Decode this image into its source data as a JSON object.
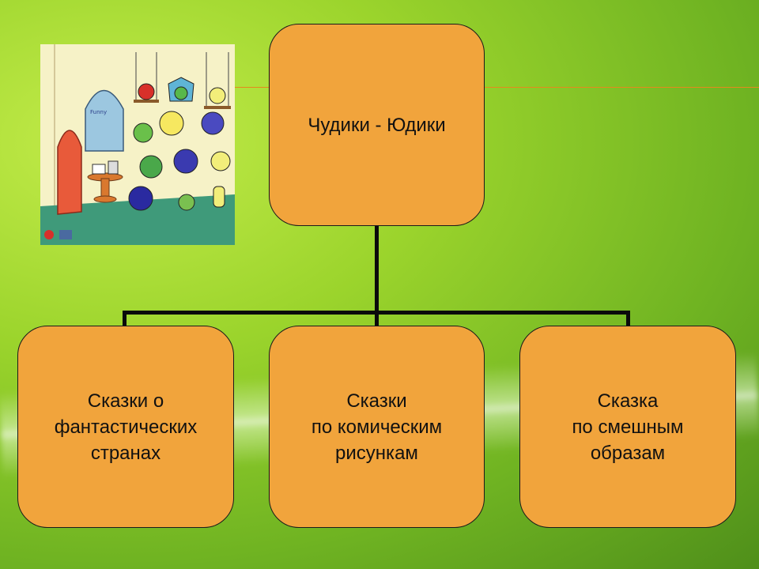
{
  "diagram": {
    "root": {
      "label": "Чудики - Юдики"
    },
    "children": [
      {
        "label": "Сказки о\nфантастических\nстранах"
      },
      {
        "label": "Сказки\nпо комическим\nрисункам"
      },
      {
        "label": "Сказка\nпо смешным\nобразам"
      }
    ]
  },
  "colors": {
    "box_fill": "#f1a43c",
    "accent_line": "#e58a1c"
  },
  "illustration": {
    "subject": "cartoon room with funny creatures"
  }
}
